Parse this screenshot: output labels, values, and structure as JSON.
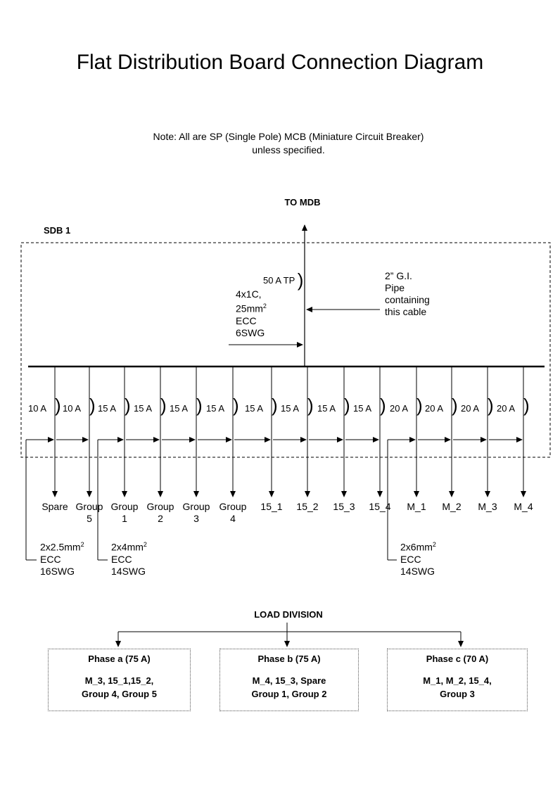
{
  "title": "Flat Distribution Board Connection Diagram",
  "note": "Note: All are SP (Single Pole) MCB (Miniature Circuit Breaker) unless specified.",
  "to_mdb": "TO MDB",
  "sdb_label": "SDB 1",
  "main_mcb": "50 A TP",
  "incoming_cable": {
    "size": "4x1C,",
    "area": "25mm",
    "sup": "2",
    "ecc": "ECC",
    "swg": "6SWG"
  },
  "pipe_note": {
    "line1": "2” G.I.",
    "line2": "Pipe",
    "line3": "containing",
    "line4": "this cable"
  },
  "circuits": [
    {
      "rating": "10 A",
      "name": "Spare",
      "name2": ""
    },
    {
      "rating": "10 A",
      "name": "Group",
      "name2": "5"
    },
    {
      "rating": "15 A",
      "name": "Group",
      "name2": "1"
    },
    {
      "rating": "15 A",
      "name": "Group",
      "name2": "2"
    },
    {
      "rating": "15 A",
      "name": "Group",
      "name2": "3"
    },
    {
      "rating": "15 A",
      "name": "Group",
      "name2": "4"
    },
    {
      "rating": "15 A",
      "name": "15_1",
      "name2": ""
    },
    {
      "rating": "15 A",
      "name": "15_2",
      "name2": ""
    },
    {
      "rating": "15 A",
      "name": "15_3",
      "name2": ""
    },
    {
      "rating": "15 A",
      "name": "15_4",
      "name2": ""
    },
    {
      "rating": "20 A",
      "name": "M_1",
      "name2": ""
    },
    {
      "rating": "20 A",
      "name": "M_2",
      "name2": ""
    },
    {
      "rating": "20 A",
      "name": "M_3",
      "name2": ""
    },
    {
      "rating": "20 A",
      "name": "M_4",
      "name2": ""
    }
  ],
  "ecc_groups": [
    {
      "size": "2x2.5mm",
      "sup": "2",
      "ecc": "ECC",
      "swg": "16SWG"
    },
    {
      "size": "2x4mm",
      "sup": "2",
      "ecc": "ECC",
      "swg": "14SWG"
    },
    {
      "size": "2x6mm",
      "sup": "2",
      "ecc": "ECC",
      "swg": "14SWG"
    }
  ],
  "load_division": {
    "title": "LOAD DIVISION",
    "phases": [
      {
        "title": "Phase a (75 A)",
        "line1": "M_3, 15_1,15_2,",
        "line2": "Group 4, Group 5"
      },
      {
        "title": "Phase b (75 A)",
        "line1": "M_4, 15_3, Spare",
        "line2": "Group 1, Group 2"
      },
      {
        "title": "Phase c (70 A)",
        "line1": "M_1, M_2, 15_4,",
        "line2": "Group 3"
      }
    ]
  }
}
